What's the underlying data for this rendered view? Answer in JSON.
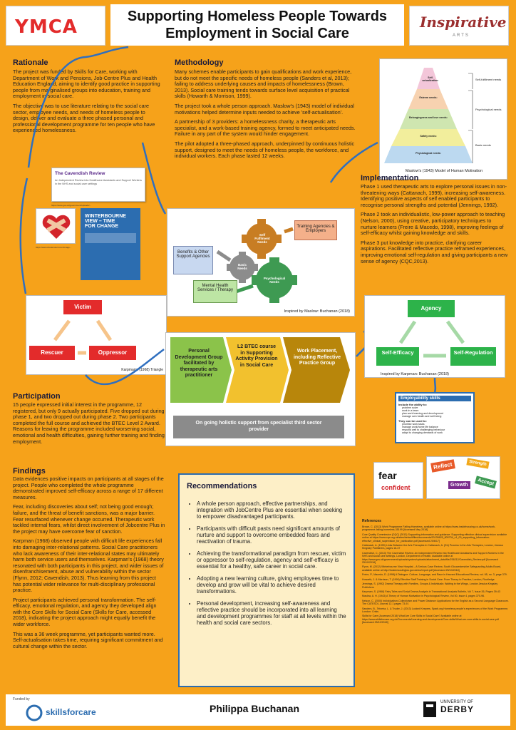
{
  "header": {
    "title_line1": "Supporting Homeless People Towards",
    "title_line2": "Employment in Social Care",
    "ymca_logo": "YMCA",
    "inspirative_logo": "Inspirative",
    "inspirative_sub": "ARTS"
  },
  "rationale": {
    "title": "Rationale",
    "p1": "The project was funded by Skills for Care, working with Department of Work and Pensions, Job-Centre Plus and Health Education England, aiming to identify good practice in supporting people from marginalised groups into education, training and employment in social care.",
    "p2": "The objective was to use literature relating to the social care sector, employee needs, and needs of homeless people to design, deliver and evaluate a three phased personal and professional development programme for ten people who have experienced homelessness.",
    "cavendish": "The Cavendish Review",
    "cavendish_sub": "An Independent Review into Healthcare Assistants and Support Workers in the NHS and social care settings",
    "winterbourne1": "WINTERBOURNE",
    "winterbourne2": "VIEW – TIME",
    "winterbourne3": "FOR CHANGE"
  },
  "triangle": {
    "victim": "Victim",
    "rescuer": "Rescuer",
    "oppressor": "Oppressor",
    "caption": "Karpman's (1968) Triangle"
  },
  "participation": {
    "title": "Participation",
    "p1": "15 people expressed initial interest in the programme, 12 registered, but only 9 actually participated. Five dropped out during phase 1, and two dropped out during phase 2. Two participants completed the full course and achieved the BTEC Level 2 Award. Reasons for leaving the programme included worsening social, emotional and health difficulties, gaining further training and finding employment."
  },
  "findings": {
    "title": "Findings",
    "p1": "Data evidences positive impacts on participants at all stages of the project. People who completed the whole programme demonstrated improved self-efficacy across a range of 17 different measures.",
    "p2": "Fear, including discoveries about self; not being good enough; failure, and the threat of benefit sanctions, was a major barrier. Fear resurfaced whenever change occurred. Therapeutic work tackled internal fears, whilst direct involvement of Jobcentre Plus in the project may have overcome fear of sanction.",
    "p3": "Karpman (1968) observed people with difficult life experiences fall into damaging inter-relational patterns. Social Care practitioners who lack awareness of their inter-relational states may ultimately harm both service users and themselves. Karpman's (1968) theory resonated with both participants in this project, and wider issues of disenfranchisement, abuse and vulnerability within the sector (Flynn, 2012; Cavendish, 2013). Thus learning from this project has potential wider relevance for multi-disciplinary professional practice.",
    "p4": "Project participants achieved personal transformation. The self-efficacy, emotional regulation, and agency they developed align with the Core Skills for Social Care (Skills for Care, accessed 2018), indicating the project approach might equally benefit the wider workforce.",
    "p5": "This was a 36 week programme, yet participants wanted more. Self-actualisation takes time, requiring significant commitment and cultural change within the sector."
  },
  "methodology": {
    "title": "Methodology",
    "p1": "Many schemes enable participants to gain qualifications and work experience, but do not meet the specific needs of homeless people (Sanders et al, 2013); failing to address underlying causes and impacts of homelessness (Brown, 2013). Social care training tends towards surface level acquisition of practical skills (Howarth & Morrison, 1999).",
    "p2": "The project took a whole person approach. Maslow's (1943) model of individual motivations helped determine inputs needed to achieve 'self-actualisation'.",
    "p3": "A partnership of 3 providers: a homelessness charity, a therapeutic arts specialist, and a work-based training agency, formed to meet anticipated needs. Failure in any part of the system would hinder engagement.",
    "p4": "The pilot adopted a three-phased approach, underpinned by continuous holistic support, designed to meet the needs of homeless people, the workforce, and individual workers. Each phase lasted 12 weeks."
  },
  "maslow": {
    "caption": "Maslow's (1943) Model of Human Motivation",
    "l1": "Self-actualization:",
    "l1b": "achieving one's full potential, including creative activities",
    "l2": "Esteem needs:",
    "l2b": "prestige and feeling of accomplishment",
    "l3": "Belongingness and love needs:",
    "l3b": "intimate relationships, friends",
    "l4": "Safety needs:",
    "l4b": "security, safety",
    "l5": "Physiological needs:",
    "l5b": "food, water, warmth, rest",
    "side1": "Self-fulfilment needs",
    "side2": "Psychological needs",
    "side3": "Basic needs"
  },
  "gears": {
    "self": "Self Fulfilment Needs",
    "basic": "Basic Needs",
    "psych": "Psychological Needs",
    "training": "Training Agencies & Employers",
    "benefits": "Benefits & Other Support Agencies",
    "mental": "Mental Health Services / Therapy",
    "caption": "Inspired by Maslow: Buchanan (2018)"
  },
  "phases": {
    "p1": "Personal Development Group facilitated by therapeutic arts practitioner",
    "p2": "L2 BTEC course in Supporting Activity Provision in Social Care",
    "p3": "Work Placement, including Reflective Practice Group",
    "support": "On going holistic support from specialist third sector provider"
  },
  "implementation": {
    "title": "Implementation",
    "p1": "Phase 1 used therapeutic arts to explore personal issues in non-threatening ways (Cattanach, 1999), increasing self-awareness. Identifying positive aspects of self enabled participants to recognise personal strengths and potential (Jennings, 1992).",
    "p2": "Phase 2 took an individualistic, low-power approach to teaching (Nelson, 2000), using creative, participatory techniques to nurture learners (Freire & Macedo, 1998), improving feelings of self-efficacy whilst gaining knowledge and skills.",
    "p3": "Phase 3 put knowledge into practice, clarifying career aspirations. Facilitated reflective practice reframed experiences, improving emotional self-regulation and giving participants a new sense of agency (CQC,2013)."
  },
  "agency": {
    "agency": "Agency",
    "efficacy": "Self-Efficacy",
    "regulation": "Self-Regulation",
    "caption": "Inspired by Karpman: Buchanan (2018)"
  },
  "employability": {
    "title": "Employability skills",
    "include": "include the ability to:",
    "items": [
      "problem solve",
      "work in a team",
      "plan work learning and development",
      "manage own health and well being"
    ],
    "also": "They can be used to:",
    "items2": [
      "prioritise work tasks",
      "manage work/home life balance",
      "respond well to challenging behaviour",
      "adapt to changing demands of work"
    ]
  },
  "words": {
    "w1": "Reflect",
    "w2": "Growth",
    "w3": "Accept",
    "w4": "Strength",
    "w5": "fear",
    "w6": "confident"
  },
  "recommendations": {
    "title": "Recommendations",
    "items": [
      "A whole person approach, effective partnerships, and integration with JobCentre Plus are essential when seeking to empower disadvantaged participants.",
      "Participants with difficult pasts need significant amounts of nurture and support to overcome embedded fears and reactivation of trauma.",
      "Achieving the transformational paradigm from rescuer, victim or oppressor to self-regulation, agency and self-efficacy is essential for a healthy, safe career in social care.",
      "Adopting a new learning culture, giving employees time to develop and grow will be vital to achieve desired transformations.",
      "Personal development, increasing self-awareness and reflective practice should be incorporated into all learning and development programmes for staff at all levels within the health and social care sectors."
    ]
  },
  "references": {
    "title": "References",
    "items": [
      "Brown, C. (2013) Work Programme Failing Homeless, available online at https://www.insidehousing.co.uk/home/work-programme-failing-homeless-35199 [Accessed May 2018]",
      "Core Quality Commission (CQC) (2013) Supporting information and guidance: Supporting effective clinical supervision available online at https://www.cqc.org.uk/sites/default/files/documents/20130625_800734_v1_00_supporting_information-effective_clinical_supervision_for_publication.pdf [accessed 20/6/17]",
      "Cattanach, A. (1999) Links Between the Arts Therapies In Cattanach, A. (Ed) Process in the Arts Therapies, London, Jessica Kingsley Publishers, pages 16-37",
      "Cavendish, C. (2013) The Cavendish Review: An Independent Review into Healthcare Assistants and Support Workers in the NHS and social care settings, London, Department of Health. Available online at https://www.gov.uk/government/uploads/system/uploads/attachment_data/file/236212/Cavendish_Review.pdf [Accessed 25/10/2018]",
      "Flynn, M. (2012) Winterbourne View Hospital – A Serious Case Review, South Gloucestershire Safeguarding Adults Board, available online at http://hosted.southglos.gov.uk/wv/report.pdf [Accessed 25/10/2018]",
      "Freire, P., Macedo, D. (1998) A Dialogue: Culture, Language, and Race in Harvard Educational Review, vol. 65, no. 3, page 379.",
      "Howarth, J. & Morrison, T. (1999) Effective Staff Training in Social Care: From Theory to Practice, London, Routledge",
      "Jennings, S. (1992) Drama Therapy with Families, Groups & Individuals: Waiting in the Wings, London Jessica Kingsley Publishers",
      "Karpman, S. (1968) Fairy Tales and Script Drama Analysis in Transactional Analysis Bulletin, Vol 7, Issue 26, Pages 39-43",
      "Maslow, A. H. (1943) A Theory of Human Motivation in Psychological Review, Vol 50, Issue 4, pages 370-96.",
      "Nelson, C. (2000) Individualism-Collectivism and Power Distance: Applications for the English as a Second Language Classroom. The CATESOL Journal 12.1 pages 73-91",
      "Sanders, B., Teixeira, L. & Truder, J. (2013) Locked Keepers, Spark.org Homeless people's experiences of the Work Programme, London: Crisis.",
      "Skills for Care (Accessed 2018) What Are Core Skills in Social Care? Available online at https://www.skillsforcare.org.uk/Documents/Learning-and-development/Core-skills/What-are-core-skills-in-social-care.pdf [Accessed 25/10/2018]"
    ]
  },
  "footer": {
    "funded_by": "Funded by",
    "skills_logo": "skillsforcare",
    "name": "Philippa Buchanan",
    "derby1": "UNIVERSITY OF",
    "derby2": "DERBY"
  }
}
